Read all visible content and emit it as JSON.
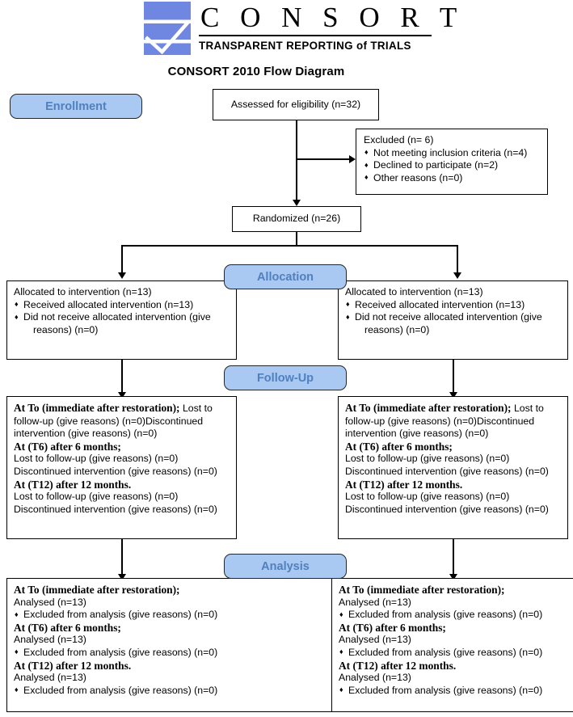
{
  "logo": {
    "wordmark": "C O N S O R T",
    "tagline_pre": "TRANSPARENT REPORTING ",
    "tagline_of": "of",
    "tagline_post": " TRIALS",
    "mark_name": "consort-checkmark-logo",
    "brand_blue": "#6f87e0"
  },
  "title": "CONSORT 2010 Flow Diagram",
  "stages": {
    "enrollment": "Enrollment",
    "allocation": "Allocation",
    "followup": "Follow-Up",
    "analysis": "Analysis"
  },
  "colors": {
    "badge_fill": "#a9c9f2",
    "badge_text": "#5180bd",
    "badge_border": "#23262b",
    "box_border": "#000000"
  },
  "enrollment": {
    "assessed": "Assessed for eligibility (n=32)",
    "excluded_title": "Excluded  (n= 6)",
    "excluded_items": [
      "Not meeting inclusion criteria (n=4)",
      "Declined to participate (n=2)",
      "Other reasons (n=0)"
    ],
    "randomized": "Randomized (n=26)"
  },
  "allocation": {
    "left": {
      "title": "Allocated to intervention (n=13)",
      "items": [
        "Received allocated intervention (n=13)",
        "Did not receive allocated intervention (give"
      ],
      "item2_cont": "reasons) (n=0)"
    },
    "right": {
      "title": "Allocated to intervention (n=13)",
      "items": [
        "Received allocated intervention (n=13)",
        "Did not receive allocated intervention (give"
      ],
      "item2_cont": "reasons) (n=0)"
    }
  },
  "followup": {
    "left": {
      "t0_head": "At To (immediate after restoration);",
      "t0_tail": " Lost to follow-up (give reasons) (n=0)Discontinued intervention (give reasons) (n=0)",
      "t6_head": "At (T6) after 6 months;",
      "t6_lines": [
        "Lost to follow-up (give reasons) (n=0)",
        "Discontinued intervention (give reasons) (n=0)"
      ],
      "t12_head": "At (T12) after 12 months.",
      "t12_lines": [
        "Lost to follow-up (give reasons) (n=0)",
        "Discontinued intervention (give reasons) (n=0)"
      ]
    },
    "right": {
      "t0_head": "At To (immediate after restoration);",
      "t0_tail": " Lost to follow-up (give reasons) (n=0)Discontinued intervention (give reasons) (n=0)",
      "t6_head": "At (T6) after 6 months;",
      "t6_lines": [
        "Lost to follow-up (give reasons) (n=0)",
        "Discontinued intervention (give reasons) (n=0)"
      ],
      "t12_head": "At (T12) after 12 months.",
      "t12_lines": [
        "Lost to follow-up (give reasons) (n=0)",
        "Discontinued intervention (give reasons) (n=0)"
      ]
    }
  },
  "analysis": {
    "left": {
      "t0_head": "At To (immediate after restoration);",
      "t0_analysed": "Analysed  (n=13)",
      "t0_excluded": "Excluded from analysis (give reasons) (n=0)",
      "t6_head": "At (T6) after 6 months;",
      "t6_analysed": "Analysed  (n=13)",
      "t6_excluded": "Excluded from analysis (give reasons) (n=0)",
      "t12_head": "At (T12) after 12 months.",
      "t12_analysed": "Analysed  (n=13)",
      "t12_excluded": "Excluded from analysis (give reasons) (n=0)"
    },
    "right": {
      "t0_head": "At To (immediate after restoration);",
      "t0_analysed": "Analysed  (n=13)",
      "t0_excluded": "Excluded from analysis (give reasons) (n=0)",
      "t6_head": "At (T6) after 6 months;",
      "t6_analysed": "Analysed  (n=13)",
      "t6_excluded": "Excluded from analysis (give reasons) (n=0)",
      "t12_head": "At (T12) after 12 months.",
      "t12_analysed": "Analysed  (n=13)",
      "t12_excluded": "Excluded from analysis (give reasons) (n=0)"
    }
  }
}
